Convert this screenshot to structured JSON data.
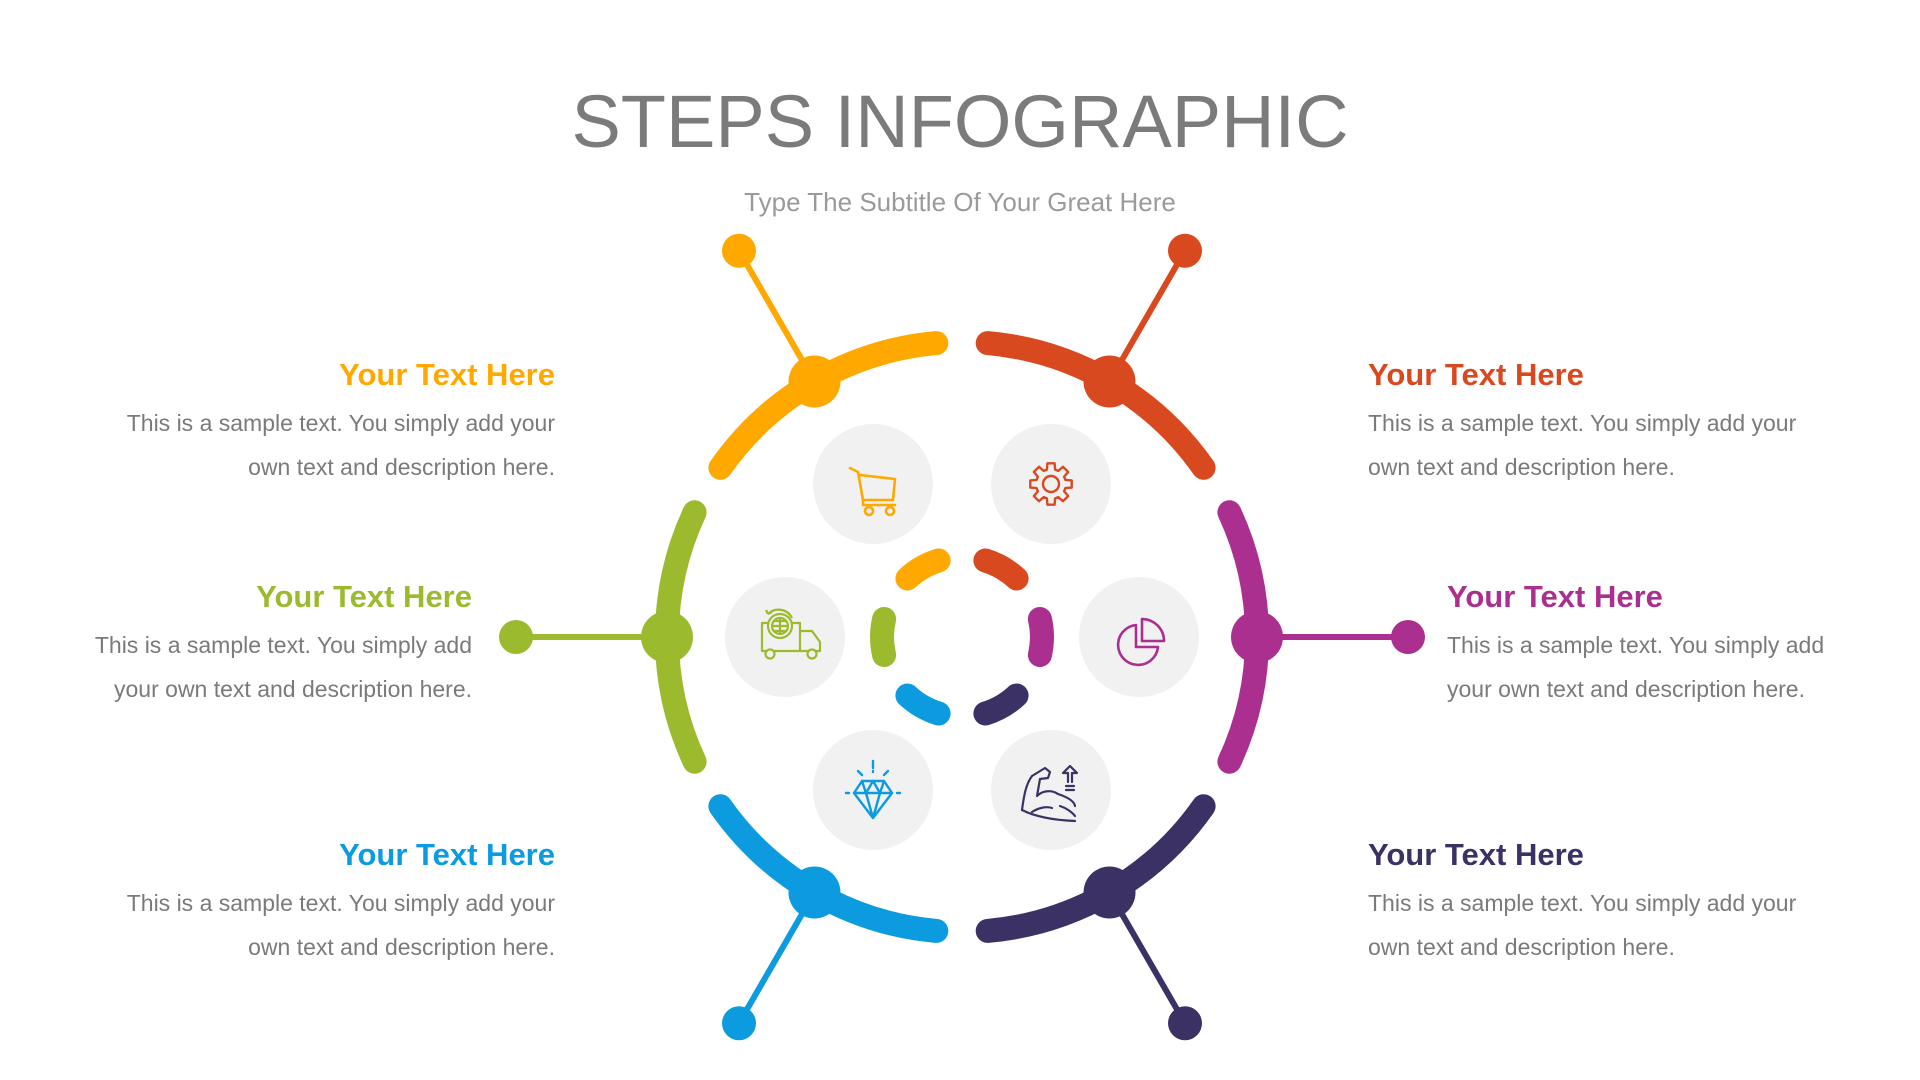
{
  "header": {
    "title": "STEPS INFOGRAPHIC",
    "subtitle": "Type The Subtitle Of Your Great Here"
  },
  "colors": {
    "orange": "#FFA800",
    "red": "#D9491F",
    "green": "#9BBA2E",
    "purple": "#AA2F8E",
    "blue": "#0B9BDE",
    "navy": "#3C3165",
    "title_gray": "#7b7b7b",
    "body_gray": "#7a7a7a",
    "icon_bg": "#f1f1f1"
  },
  "steps": [
    {
      "id": "orange",
      "position": "top-left",
      "color": "#FFA800",
      "icon": "shopping-cart-icon",
      "heading": "Your Text Here",
      "text_line1": "This is a sample text. You simply add your",
      "text_line2": "own text and description here."
    },
    {
      "id": "red",
      "position": "top-right",
      "color": "#D9491F",
      "icon": "gear-icon",
      "heading": "Your Text Here",
      "text_line1": "This is a sample text. You simply add your",
      "text_line2": "own text and description here."
    },
    {
      "id": "green",
      "position": "middle-left",
      "color": "#9BBA2E",
      "icon": "delivery-truck-globe-icon",
      "heading": "Your Text Here",
      "text_line1": "This is a sample text. You simply add",
      "text_line2": "your own text and description here."
    },
    {
      "id": "purple",
      "position": "middle-right",
      "color": "#AA2F8E",
      "icon": "pie-chart-icon",
      "heading": "Your Text Here",
      "text_line1": "This is a sample text. You simply add",
      "text_line2": "your own text and description here."
    },
    {
      "id": "blue",
      "position": "bottom-left",
      "color": "#0B9BDE",
      "icon": "diamond-icon",
      "heading": "Your Text Here",
      "text_line1": "This is a sample text. You simply add your",
      "text_line2": "own text and description here."
    },
    {
      "id": "navy",
      "position": "bottom-right",
      "color": "#3C3165",
      "icon": "strong-arm-icon",
      "heading": "Your Text Here",
      "text_line1": "This is a sample text. You simply add your",
      "text_line2": "own text and description here."
    }
  ]
}
